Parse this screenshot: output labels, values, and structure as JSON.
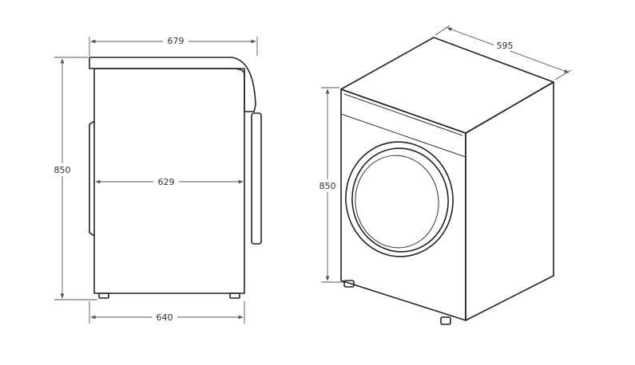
{
  "dimensions": {
    "side_top_width": "679",
    "side_height": "850",
    "side_inner_depth": "629",
    "side_base_width": "640",
    "iso_width": "595",
    "iso_height": "850"
  }
}
